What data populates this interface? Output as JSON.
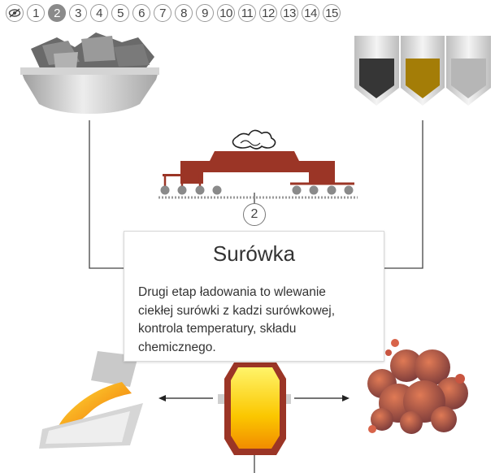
{
  "nav": {
    "hide_label": "hide",
    "steps": [
      "1",
      "2",
      "3",
      "4",
      "5",
      "6",
      "7",
      "8",
      "9",
      "10",
      "11",
      "12",
      "13",
      "14",
      "15"
    ],
    "active_step": "2"
  },
  "marker": {
    "label": "2"
  },
  "popup": {
    "title": "Surówka",
    "text": "Drugi etap ładowania to wlewanie ciekłej surówki z kadzi surówkowej, kontrola temperatury, składu chemicznego."
  },
  "colors": {
    "ladle": "#9b3526",
    "hopper_black": "#3a3a3a",
    "hopper_gold": "#a8800a",
    "hopper_silver": "#b9b9b9",
    "molten": "#f5c400"
  }
}
